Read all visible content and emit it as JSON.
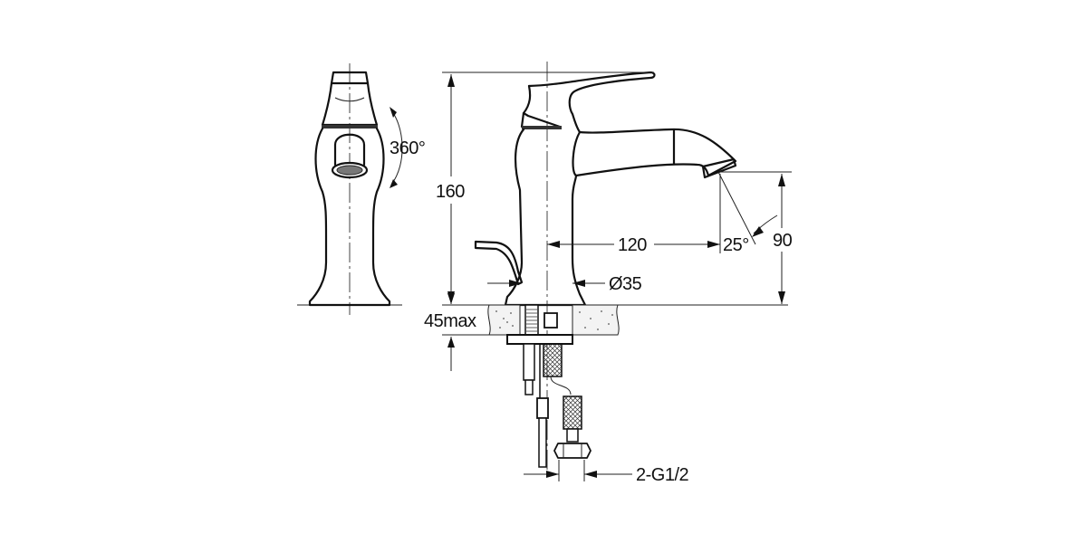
{
  "drawing": {
    "title": "Basin mixer technical dimension drawing",
    "views": [
      "front-view",
      "side-view"
    ],
    "dimensions": {
      "rotation": "360°",
      "height": "160",
      "spout_reach": "120",
      "spout_angle": "25°",
      "spout_height": "90",
      "base_diameter": "Ø35",
      "max_counter_thickness": "45max",
      "connection": "2-G1/2"
    },
    "colors": {
      "line": "#111111",
      "background": "#ffffff",
      "counter_fill": "#f3f3f3"
    }
  }
}
